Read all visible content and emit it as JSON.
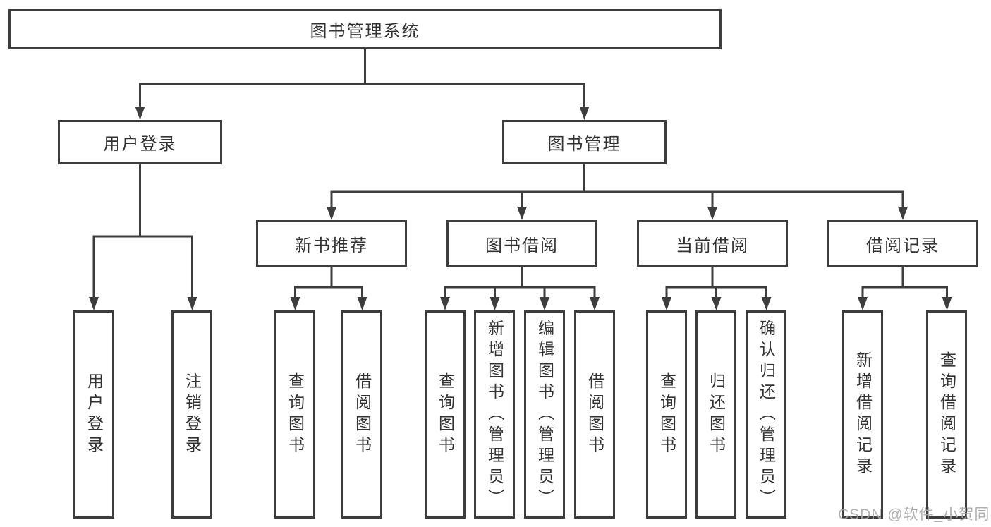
{
  "tree": {
    "label": "图书管理系统",
    "children": [
      {
        "label": "用户登录",
        "children": [
          {
            "label": "用户登录"
          },
          {
            "label": "注销登录"
          }
        ]
      },
      {
        "label": "图书管理",
        "children": [
          {
            "label": "新书推荐",
            "children": [
              {
                "label": "查询图书"
              },
              {
                "label": "借阅图书"
              }
            ]
          },
          {
            "label": "图书借阅",
            "children": [
              {
                "label": "查询图书"
              },
              {
                "label": "新增图书（管理员）"
              },
              {
                "label": "编辑图书（管理员）"
              },
              {
                "label": "借阅图书"
              }
            ]
          },
          {
            "label": "当前借阅",
            "children": [
              {
                "label": "查询图书"
              },
              {
                "label": "归还图书"
              },
              {
                "label": "确认归还（管理员）"
              }
            ]
          },
          {
            "label": "借阅记录",
            "children": [
              {
                "label": "新增借阅记录"
              },
              {
                "label": "查询借阅记录"
              }
            ]
          }
        ]
      }
    ]
  },
  "watermark": "CSDN @软件_小贺同学",
  "colors": {
    "line": "#3d3d3d",
    "text": "#333333",
    "watermark": "#a8a8a8",
    "background": "#ffffff"
  }
}
